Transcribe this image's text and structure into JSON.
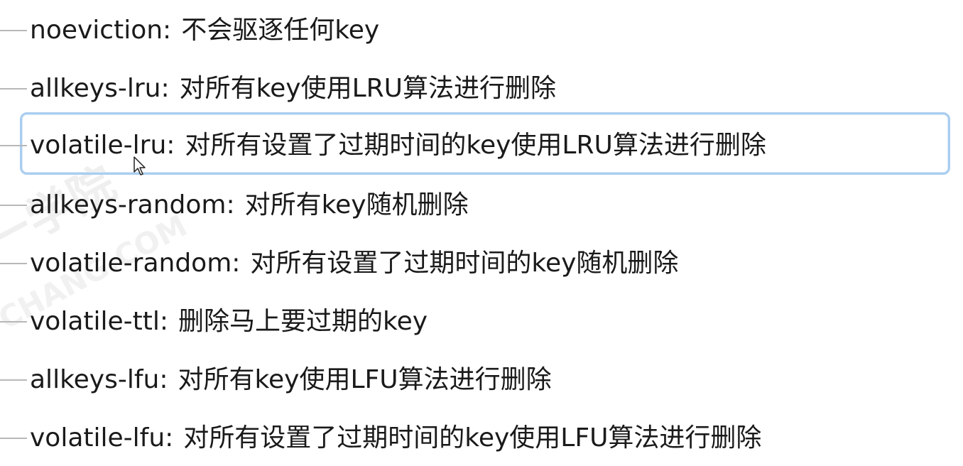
{
  "watermark": {
    "main": "一学院",
    "sub": "CHANG.COM"
  },
  "policies": [
    {
      "name": "noeviction:",
      "description": "不会驱逐任何key"
    },
    {
      "name": "allkeys-lru:",
      "description": "对所有key使用LRU算法进行删除"
    },
    {
      "name": "volatile-lru:",
      "description": "对所有设置了过期时间的key使用LRU算法进行删除"
    },
    {
      "name": "allkeys-random:",
      "description": "对所有key随机删除"
    },
    {
      "name": "volatile-random:",
      "description": "对所有设置了过期时间的key随机删除"
    },
    {
      "name": "volatile-ttl:",
      "description": "删除马上要过期的key"
    },
    {
      "name": "allkeys-lfu:",
      "description": "对所有key使用LFU算法进行删除"
    },
    {
      "name": "volatile-lfu:",
      "description": "对所有设置了过期时间的key使用LFU算法进行删除"
    }
  ],
  "selected_index": 2,
  "colors": {
    "selection_border": "#a9cdef",
    "connector": "#b8b8b8",
    "text": "#1a1a1a"
  }
}
